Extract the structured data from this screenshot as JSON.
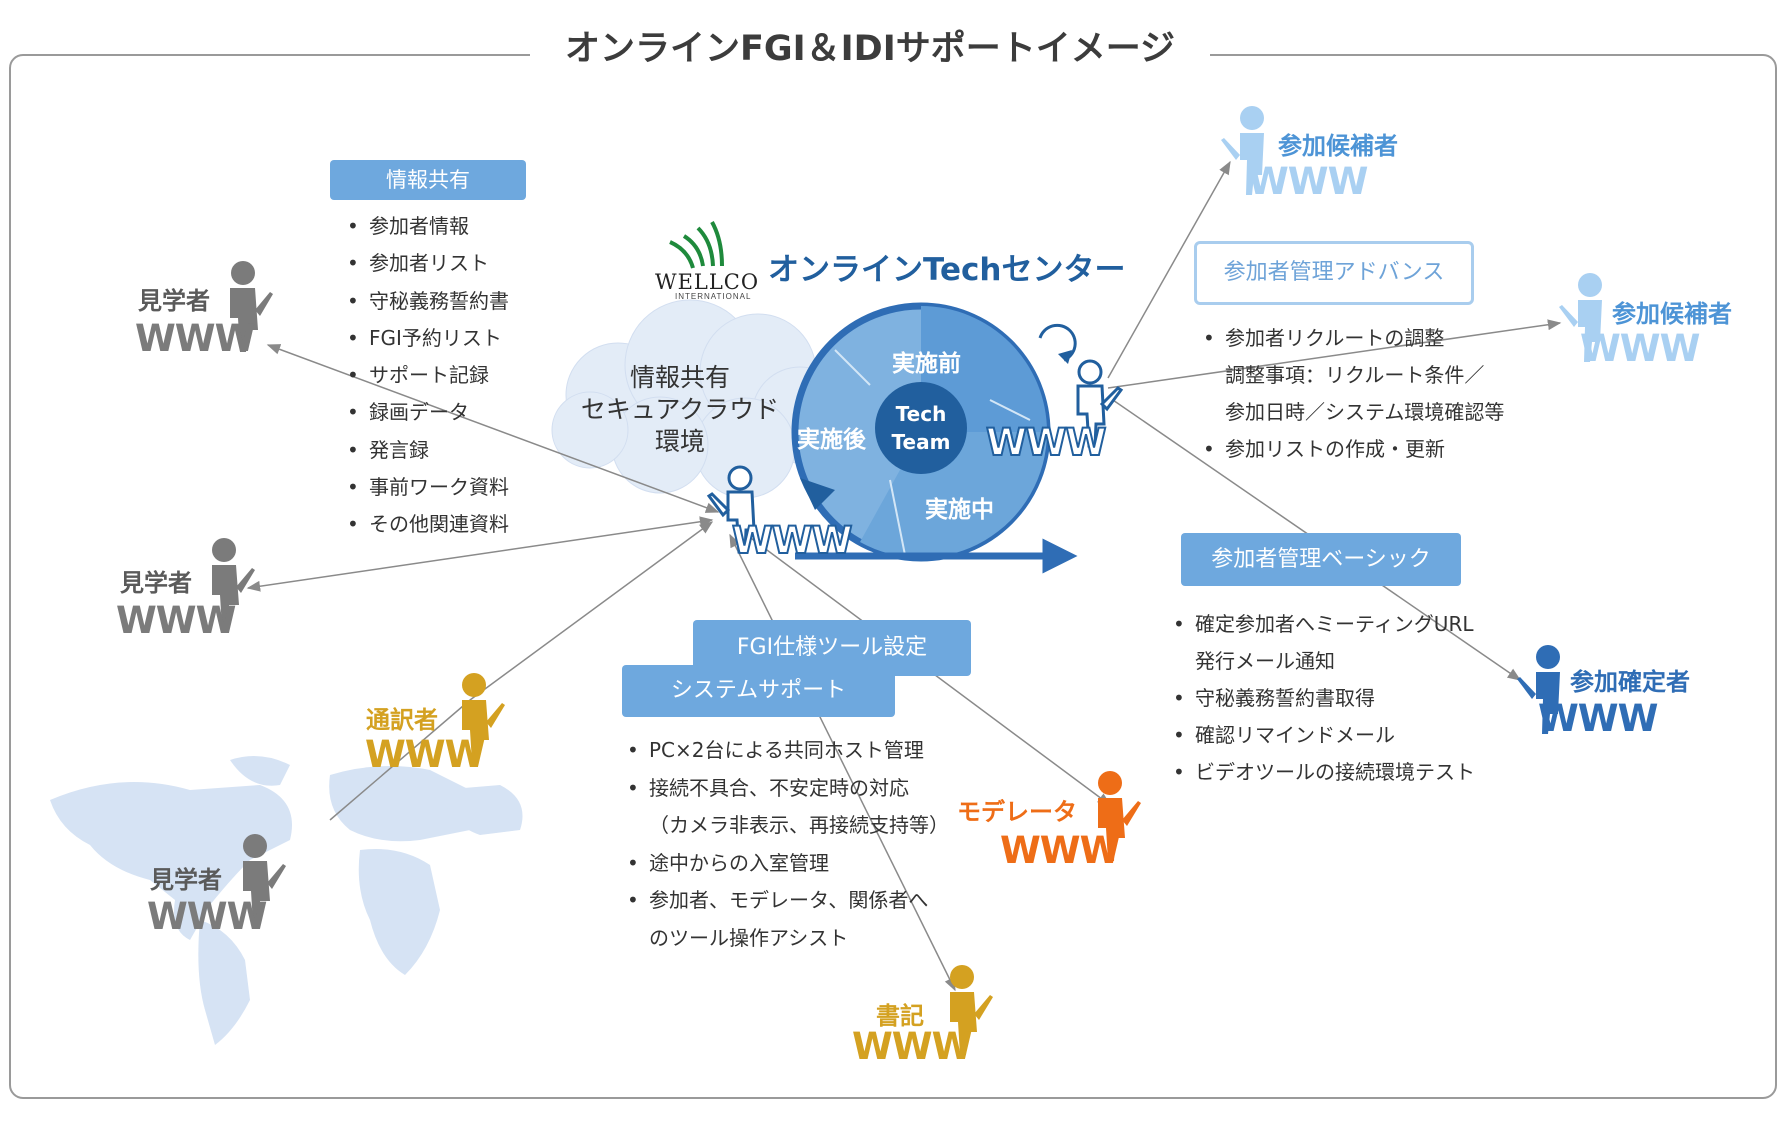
{
  "title": "オンラインFGI＆IDIサポートイメージ",
  "center": {
    "title": "オンラインTechセンター",
    "logo": {
      "name": "WELLCO",
      "sub": "INTERNATIONAL"
    },
    "cloud_lines": [
      "情報共有",
      "セキュアクラウド",
      "環境"
    ],
    "phases": {
      "before": "実施前",
      "during": "実施中",
      "after": "実施後"
    },
    "hub_lines": [
      "Tech",
      "Team"
    ]
  },
  "sections": {
    "info_share": {
      "tag": "情報共有",
      "items": [
        "参加者情報",
        "参加者リスト",
        "守秘義務誓約書",
        "FGI予約リスト",
        "サポート記録",
        "録画データ",
        "発言録",
        "事前ワーク資料",
        "その他関連資料"
      ]
    },
    "advanced": {
      "tag": "参加者管理アドバンス",
      "items": [
        {
          "text": "参加者リクルートの調整",
          "cont": [
            "調整事項：リクルート条件／",
            "参加日時／システム環境確認等"
          ]
        },
        {
          "text": "参加リストの作成・更新",
          "cont": []
        }
      ]
    },
    "basic": {
      "tag": "参加者管理ベーシック",
      "items": [
        {
          "text": "確定参加者へミーティングURL",
          "cont": [
            "発行メール通知"
          ]
        },
        {
          "text": "守秘義務誓約書取得",
          "cont": []
        },
        {
          "text": "確認リマインドメール",
          "cont": []
        },
        {
          "text": "ビデオツールの接続環境テスト",
          "cont": []
        }
      ]
    },
    "tool": {
      "tag": "FGI仕様ツール設定"
    },
    "system": {
      "tag": "システムサポート",
      "items": [
        {
          "text": "PC×2台による共同ホスト管理",
          "cont": []
        },
        {
          "text": "接続不具合、不安定時の対応",
          "cont": [
            "（カメラ非表示、再接続支持等）"
          ]
        },
        {
          "text": "途中からの入室管理",
          "cont": []
        },
        {
          "text": "参加者、モデレータ、関係者へ",
          "cont": [
            "のツール操作アシスト"
          ]
        }
      ]
    }
  },
  "www": "WWW",
  "people": {
    "observer1": "見学者",
    "observer2": "見学者",
    "observer3": "見学者",
    "interpreter": "通訳者",
    "moderator": "モデレータ",
    "scribe": "書記",
    "candidate1": "参加候補者",
    "candidate2": "参加候補者",
    "confirmed": "参加確定者"
  },
  "colors": {
    "gray": "#7b7b7b",
    "gold": "#d4a121",
    "orange": "#ee6d17",
    "light_blue": "#a9d0f2",
    "blue": "#2f6db5",
    "tag_blue": "#6ea8de",
    "center_blue": "#215f9e"
  }
}
